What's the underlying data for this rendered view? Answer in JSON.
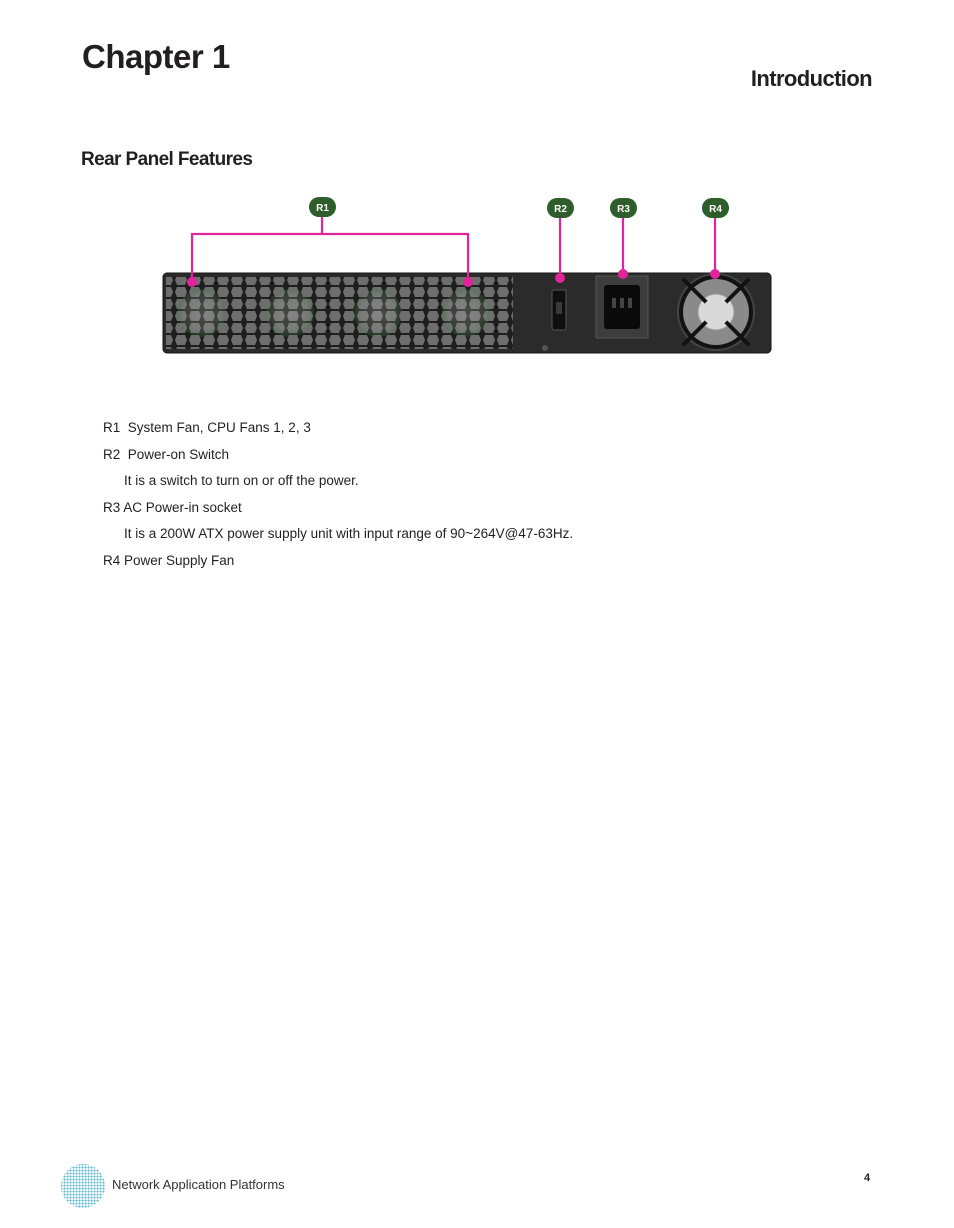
{
  "header": {
    "chapter": "Chapter 1",
    "title": "Introduction"
  },
  "section": {
    "title": "Rear Panel Features"
  },
  "figure": {
    "labels": [
      "R1",
      "R2",
      "R3",
      "R4"
    ],
    "label_color": "#2e5e2b",
    "leader_color": "#e0259b",
    "panel_color": "#2b2b2b"
  },
  "features": [
    {
      "text": "R1  System Fan, CPU Fans 1, 2, 3"
    },
    {
      "text": "R2  Power-on Switch"
    },
    {
      "text": "It is a switch to turn on or off the power.",
      "indent": true
    },
    {
      "text": "R3 AC Power-in socket"
    },
    {
      "text": "It is a 200W ATX power supply unit with input range of 90~264V@47-63Hz.",
      "indent": true
    },
    {
      "text": "R4 Power Supply Fan"
    }
  ],
  "footer": {
    "text": "Network Application Platforms",
    "page_number": "4",
    "logo_colors": [
      "#1a8fb3",
      "#7fd0e2"
    ]
  }
}
